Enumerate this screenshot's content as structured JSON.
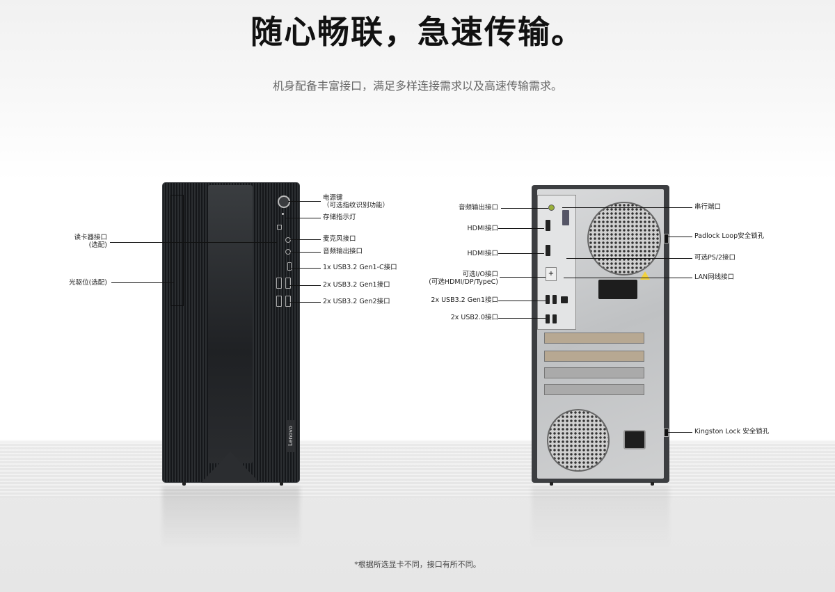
{
  "header": {
    "title": "随心畅联，急速传输。",
    "subtitle": "机身配备丰富接口，满足多样连接需求以及高速传输需求。"
  },
  "front_view": {
    "brand": "Lenovo",
    "left_labels": [
      {
        "id": "card-reader",
        "text": "读卡器接口",
        "note": "(选配)"
      },
      {
        "id": "optical-drive",
        "text": "光驱位(选配)"
      }
    ],
    "right_labels": [
      {
        "id": "power-button",
        "text": "电源键",
        "note": "（可选指纹识别功能）"
      },
      {
        "id": "storage-indicator",
        "text": "存储指示灯"
      },
      {
        "id": "microphone-port",
        "text": "麦克风接口"
      },
      {
        "id": "audio-out-port",
        "text": "音频输出接口"
      },
      {
        "id": "usb-c-port",
        "text": "1x USB3.2 Gen1-C接口"
      },
      {
        "id": "usb-gen1-ports",
        "text": "2x USB3.2 Gen1接口"
      },
      {
        "id": "usb-gen2-ports",
        "text": "2x USB3.2 Gen2接口"
      }
    ]
  },
  "back_view": {
    "left_labels": [
      {
        "id": "audio-out",
        "text": "音频输出接口"
      },
      {
        "id": "hdmi-1",
        "text": "HDMI接口"
      },
      {
        "id": "hdmi-2",
        "text": "HDMI接口"
      },
      {
        "id": "optional-io",
        "text": "可选I/O接口",
        "note": "(可选HDMI/DP/TypeC)"
      },
      {
        "id": "usb32-gen1",
        "text": "2x USB3.2 Gen1接口"
      },
      {
        "id": "usb20",
        "text": "2x USB2.0接口"
      }
    ],
    "right_labels": [
      {
        "id": "serial-port",
        "text": "串行端口"
      },
      {
        "id": "padlock-loop",
        "text": "Padlock Loop安全锁孔"
      },
      {
        "id": "ps2-port",
        "text": "可选PS/2接口"
      },
      {
        "id": "lan-port",
        "text": "LAN网线接口"
      },
      {
        "id": "kingston-lock",
        "text": "Kingston Lock 安全锁孔"
      }
    ]
  },
  "footnote": "*根据所选显卡不同，接口有所不同。"
}
